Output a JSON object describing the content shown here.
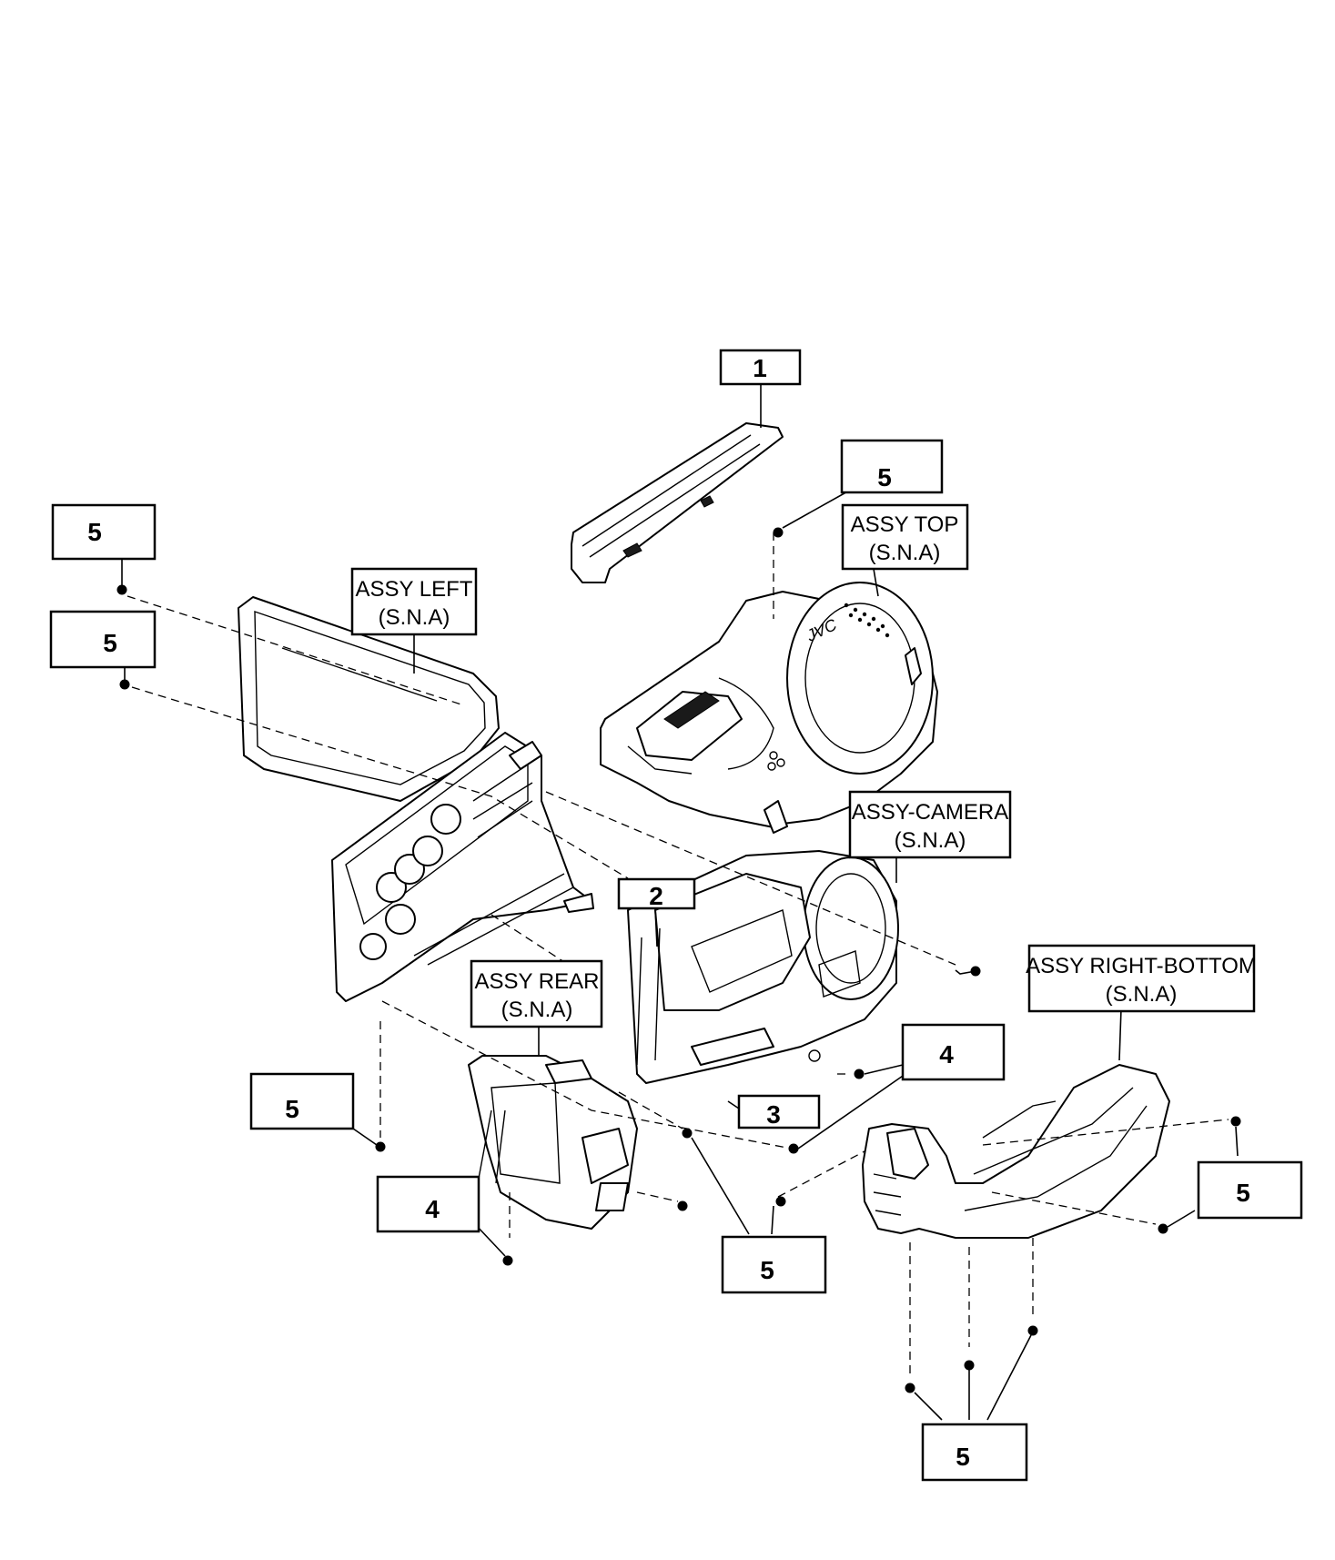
{
  "callouts": {
    "top_1": "1",
    "top_right_5": "5",
    "left_upper_5": "5",
    "left_lower_5": "5",
    "center_2": "2",
    "right_4": "4",
    "center_3": "3",
    "lower_left_5": "5",
    "lower_left_4": "4",
    "bottom_center_5": "5",
    "right_5": "5",
    "bottom_right_5": "5"
  },
  "assemblies": {
    "top": {
      "name": "ASSY TOP",
      "note": "(S.N.A)"
    },
    "left": {
      "name": "ASSY LEFT",
      "note": "(S.N.A)"
    },
    "camera": {
      "name": "ASSY-CAMERA",
      "note": "(S.N.A)"
    },
    "rear": {
      "name": "ASSY REAR",
      "note": "(S.N.A)"
    },
    "right_bottom": {
      "name": "ASSY RIGHT-BOTTOM",
      "note": "(S.N.A)"
    }
  },
  "parts": {
    "top_cover": "top-cover-strip",
    "top_assembly": "top-housing",
    "lcd_frame": "lcd-frame",
    "left_board": "left-circuit-board",
    "camera_unit": "camera-lens-unit",
    "rear_unit": "rear-battery-unit",
    "grip": "right-bottom-grip",
    "screw": "screw-icon"
  }
}
